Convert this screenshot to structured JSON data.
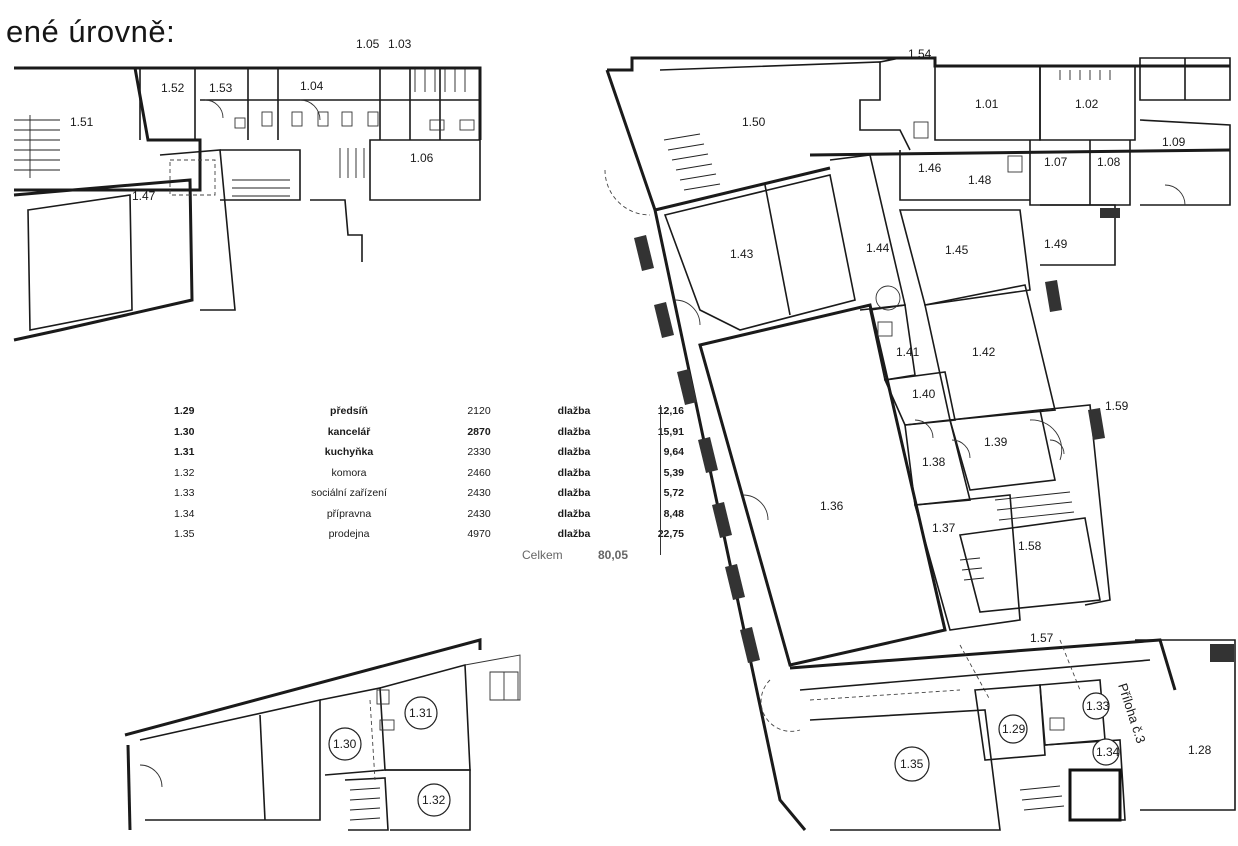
{
  "heading": "ené úrovně:",
  "legend": {
    "rows": [
      {
        "num": "1.29",
        "name": "předsíň",
        "height": "2120",
        "floor": "dlažba",
        "area": "12,16"
      },
      {
        "num": "1.30",
        "name": "kancelář",
        "height": "2870",
        "floor": "dlažba",
        "area": "15,91"
      },
      {
        "num": "1.31",
        "name": "kuchyňka",
        "height": "2330",
        "floor": "dlažba",
        "area": "9,64"
      },
      {
        "num": "1.32",
        "name": "komora",
        "height": "2460",
        "floor": "dlažba",
        "area": "5,39"
      },
      {
        "num": "1.33",
        "name": "sociální zařízení",
        "height": "2430",
        "floor": "dlažba",
        "area": "5,72"
      },
      {
        "num": "1.34",
        "name": "přípravna",
        "height": "2430",
        "floor": "dlažba",
        "area": "8,48"
      },
      {
        "num": "1.35",
        "name": "prodejna",
        "height": "4970",
        "floor": "dlažba",
        "area": "22,75"
      }
    ],
    "total_label": "Celkem",
    "total_value": "80,05"
  },
  "rooms": {
    "left": [
      "1.51",
      "1.52",
      "1.53",
      "1.05",
      "1.03",
      "1.04",
      "1.06",
      "1.47"
    ],
    "right": [
      "1.54",
      "1.50",
      "1.01",
      "1.02",
      "1.09",
      "1.07",
      "1.08",
      "1.46",
      "1.48",
      "1.49",
      "1.43",
      "1.44",
      "1.45",
      "1.42",
      "1.41",
      "1.40",
      "1.59",
      "1.39",
      "1.38",
      "1.36",
      "1.37",
      "1.58",
      "1.57",
      "1.29",
      "1.33",
      "1.34",
      "1.35",
      "1.28"
    ],
    "bottom": [
      "1.30",
      "1.31",
      "1.32"
    ]
  },
  "side_label": "Příloha č.3"
}
